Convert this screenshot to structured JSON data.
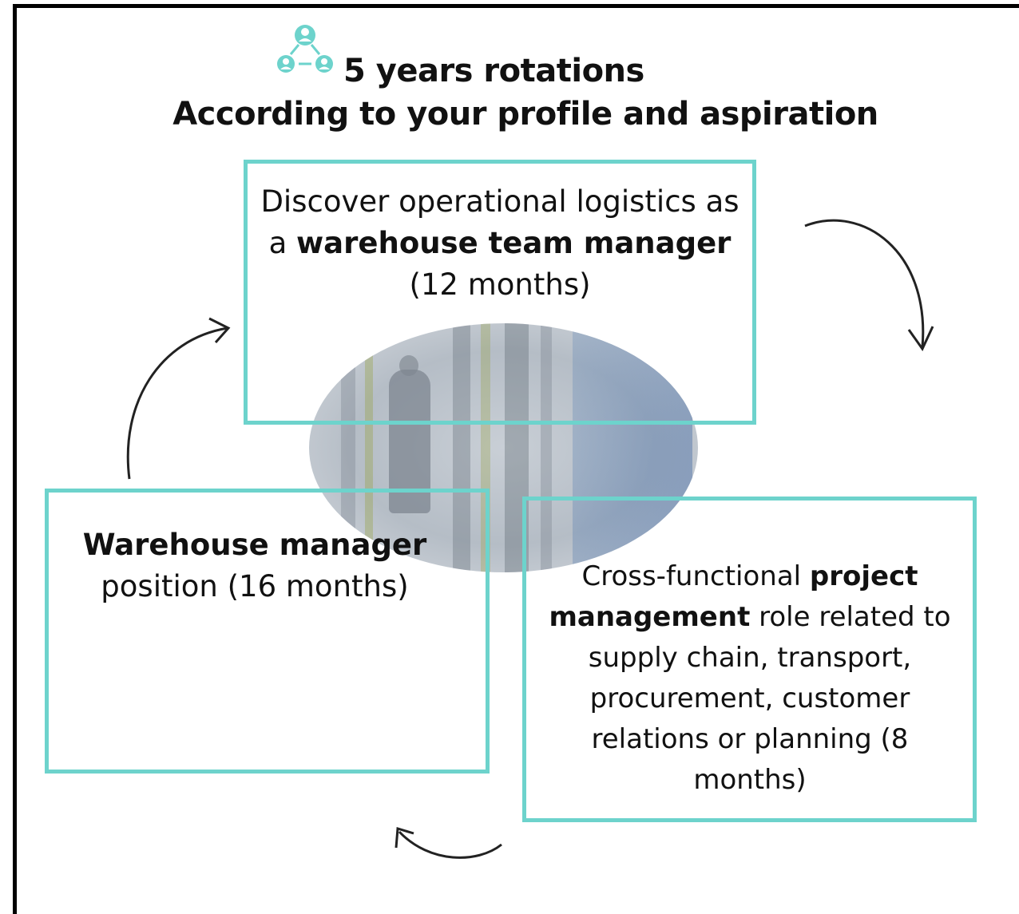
{
  "header": {
    "icon": "team-network-icon",
    "title_line1": "5 years rotations",
    "title_line2": "According to your profile and aspiration"
  },
  "colors": {
    "accent": "#6dd3cc",
    "text": "#111111"
  },
  "steps": [
    {
      "id": "warehouse-team-manager",
      "text_before": "Discover operational logistics as a ",
      "bold": "warehouse team manager",
      "text_after": " (12 months)"
    },
    {
      "id": "project-management",
      "text_before": "Cross-functional ",
      "bold": "project management",
      "text_after": " role related to supply chain, transport, procurement, customer relations or planning (8 months)"
    },
    {
      "id": "warehouse-manager",
      "text_before": "",
      "bold": "Warehouse manager",
      "text_after": " position (16 months)"
    }
  ],
  "center_image": "warehouse-photo"
}
